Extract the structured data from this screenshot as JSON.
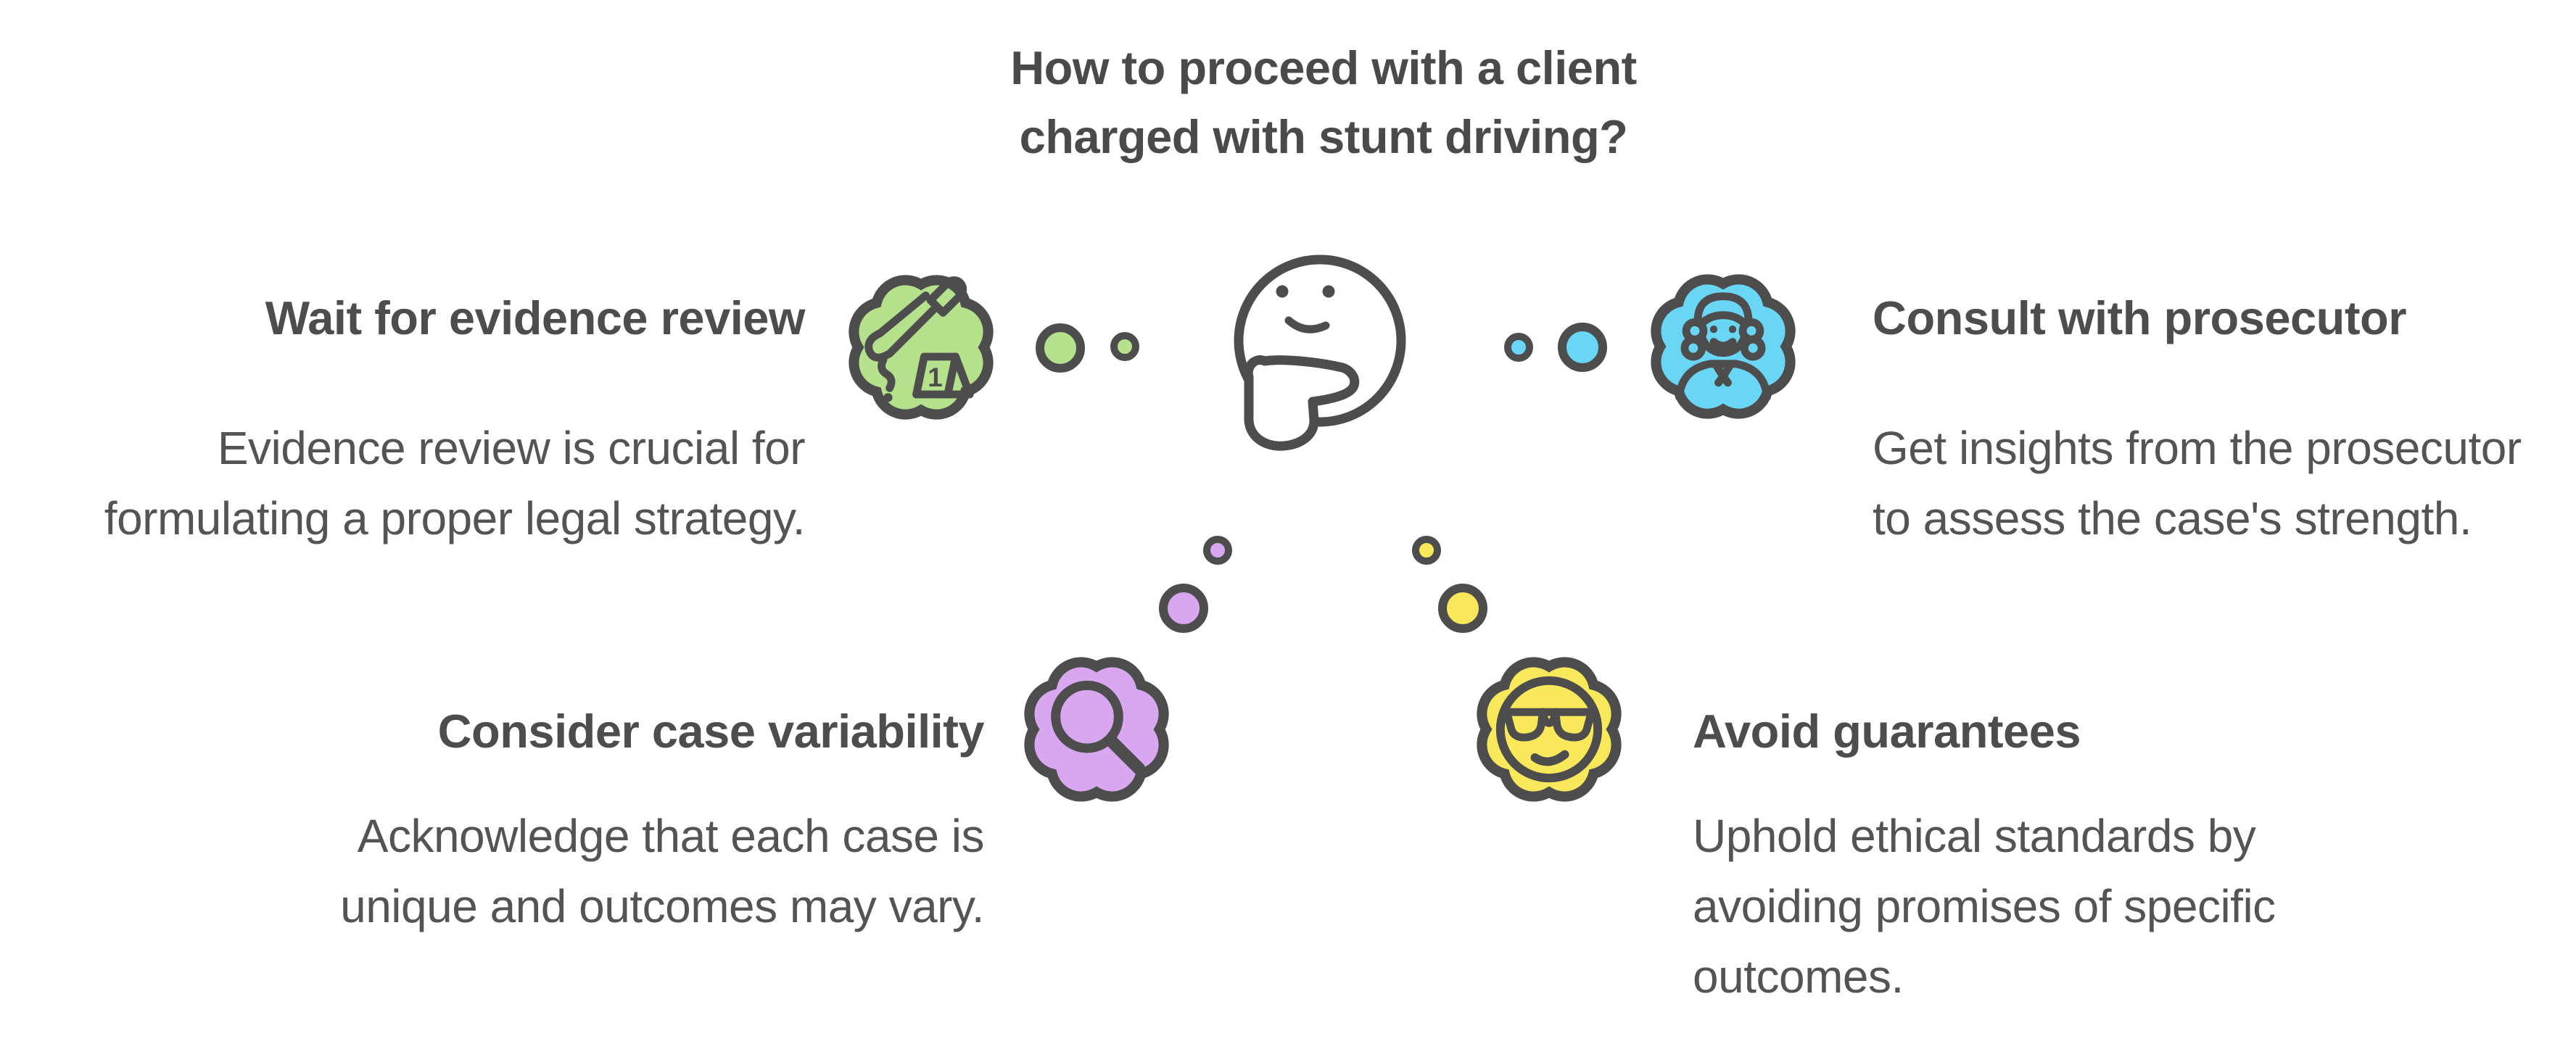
{
  "title": {
    "line1": "How to proceed with a client",
    "line2": "charged with stunt driving?"
  },
  "center": {
    "icon": "thinking-face-icon"
  },
  "colors": {
    "outline": "#4d4d4d",
    "title_text": "#4a4a4a",
    "body_text": "#545454"
  },
  "items": [
    {
      "heading": "Wait for evidence review",
      "description": "Evidence review is crucial for formulating a proper legal strategy.",
      "color": "#b5e08c",
      "icon": "crime-scene-icon",
      "position": "top-left"
    },
    {
      "heading": "Consult with prosecutor",
      "description": "Get insights from the prosecutor to assess the case's strength.",
      "color": "#6ad6f5",
      "icon": "judge-icon",
      "position": "top-right"
    },
    {
      "heading": "Consider case variability",
      "description": "Acknowledge that each case is unique and outcomes may vary.",
      "color": "#d9a7f0",
      "icon": "magnifier-icon",
      "position": "bottom-left"
    },
    {
      "heading": "Avoid guarantees",
      "description": "Uphold ethical standards by avoiding promises of specific outcomes.",
      "color": "#f9e95a",
      "icon": "cool-face-icon",
      "position": "bottom-right"
    }
  ]
}
